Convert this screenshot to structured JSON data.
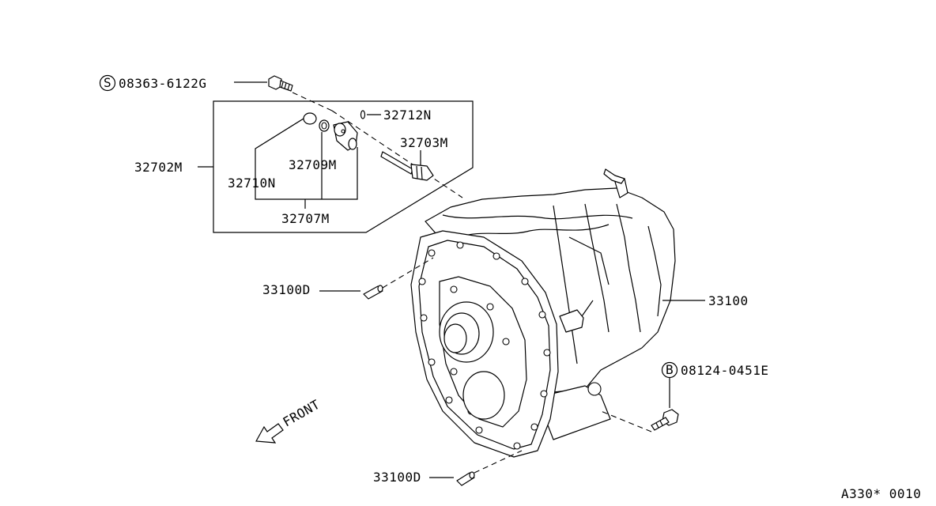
{
  "labels": {
    "bolt_s": "08363-6122G",
    "bolt_s_marker": "S",
    "oring": "32712N",
    "shaft": "32703M",
    "kit": "32702M",
    "seal": "32709M",
    "cap": "32710N",
    "sleeve": "32707M",
    "dowel_upper": "33100D",
    "case": "33100",
    "bolt_b": "08124-0451E",
    "bolt_b_marker": "B",
    "dowel_lower": "33100D",
    "front": "FRONT",
    "ref_code": "A330* 0010"
  }
}
